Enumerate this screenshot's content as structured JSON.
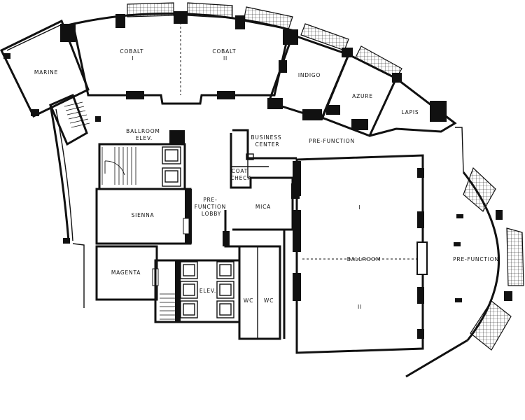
{
  "rooms": {
    "marine": "MARINE",
    "cobalt1": [
      "COBALT",
      "I"
    ],
    "cobalt2": [
      "COBALT",
      "II"
    ],
    "indigo": "INDIGO",
    "azure": "AZURE",
    "lapis": "LAPIS",
    "ballroom_elev": [
      "BALLROOM",
      "ELEV."
    ],
    "business_center": [
      "BUSINESS",
      "CENTER"
    ],
    "prefunction_top": "PRE-FUNCTION",
    "coat_check": [
      "COAT",
      "CHECK"
    ],
    "prefunction_lobby": [
      "PRE-",
      "FUNCTION",
      "LOBBY"
    ],
    "sienna": "SIENNA",
    "mica": "MICA",
    "ballroom_1": "I",
    "ballroom": "BALLROOM",
    "ballroom_2": "II",
    "prefunction_right": "PRE-FUNCTION",
    "magenta": "MAGENTA",
    "elev": "ELEV.",
    "wc1": "WC",
    "wc2": "WC"
  }
}
